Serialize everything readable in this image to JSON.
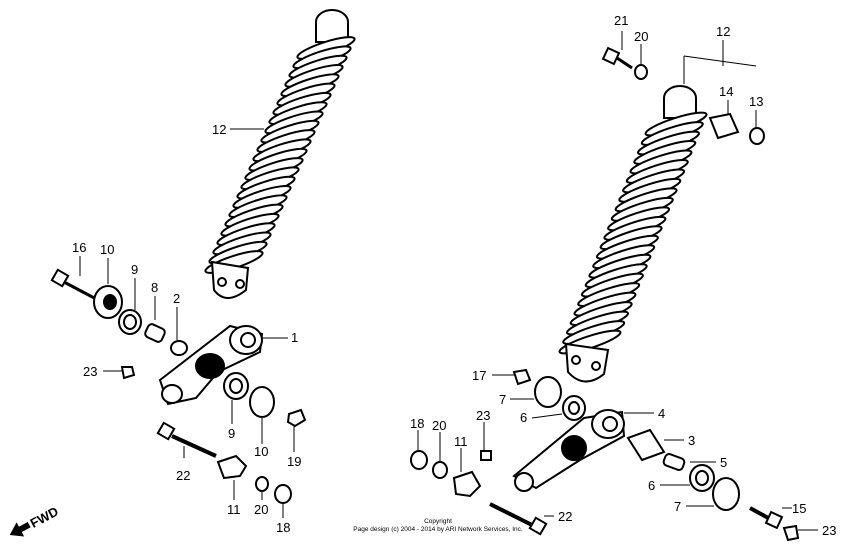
{
  "diagram": {
    "left_assembly": {
      "callouts": [
        "12",
        "16",
        "10",
        "9",
        "8",
        "2",
        "1",
        "23",
        "9",
        "10",
        "19",
        "22",
        "11",
        "20",
        "18"
      ]
    },
    "right_assembly": {
      "callouts": [
        "21",
        "20",
        "12",
        "14",
        "13",
        "17",
        "7",
        "6",
        "4",
        "18",
        "20",
        "23",
        "11",
        "3",
        "5",
        "6",
        "7",
        "22",
        "15",
        "23"
      ]
    },
    "fwd_label": "FWD",
    "copyright": {
      "line1": "Copyright",
      "line2": "Page design (c) 2004 - 2014 by ARI Network Services, Inc."
    }
  }
}
